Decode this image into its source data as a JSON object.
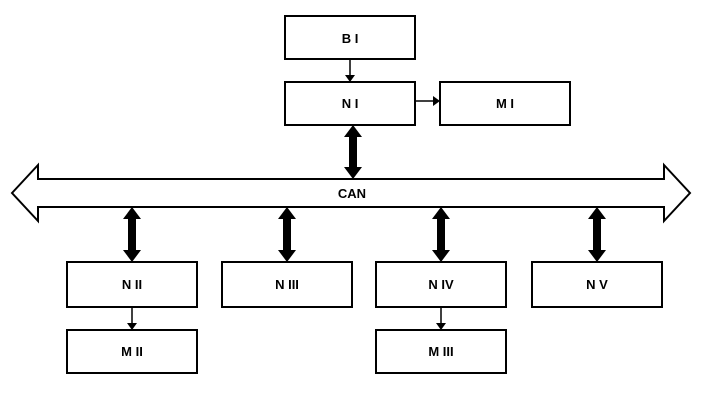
{
  "diagram": {
    "nodes": {
      "bi": "B I",
      "ni": "N I",
      "mi": "M I",
      "nii": "N II",
      "niii": "N III",
      "niv": "N IV",
      "nv": "N V",
      "mii": "M II",
      "miii": "M III"
    },
    "bus_label": "CAN",
    "edges": [
      {
        "from": "bi",
        "to": "ni",
        "style": "thin-arrow"
      },
      {
        "from": "ni",
        "to": "mi",
        "style": "thin-arrow"
      },
      {
        "from": "ni",
        "to": "can",
        "style": "thick-double-arrow"
      },
      {
        "from": "can",
        "to": "nii",
        "style": "thick-double-arrow"
      },
      {
        "from": "can",
        "to": "niii",
        "style": "thick-double-arrow"
      },
      {
        "from": "can",
        "to": "niv",
        "style": "thick-double-arrow"
      },
      {
        "from": "can",
        "to": "nv",
        "style": "thick-double-arrow"
      },
      {
        "from": "nii",
        "to": "mii",
        "style": "thin-arrow"
      },
      {
        "from": "niv",
        "to": "miii",
        "style": "thin-arrow"
      }
    ]
  }
}
